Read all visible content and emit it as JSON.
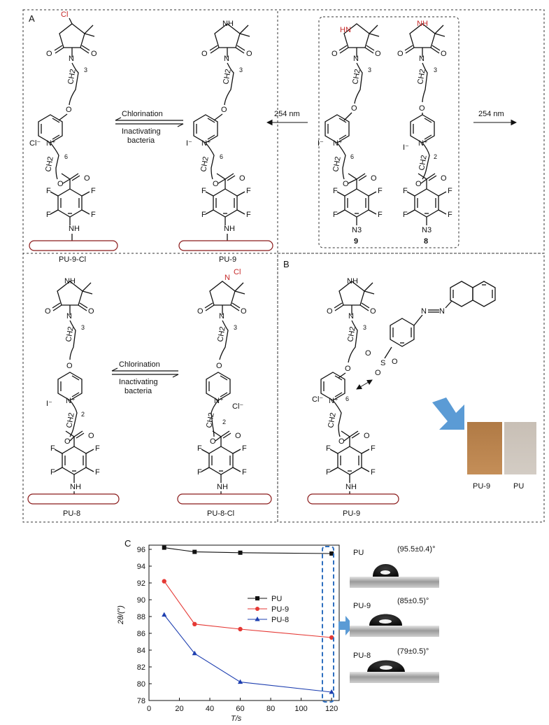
{
  "panels": {
    "a": "A",
    "b": "B",
    "c": "C"
  },
  "labels": {
    "chlorination": "Chlorination",
    "inactivating": "Inactivating",
    "bacteria": "bacteria",
    "uv": "254 nm",
    "pu9cl": "PU-9-Cl",
    "pu9": "PU-9",
    "pu8": "PU-8",
    "pu8cl": "PU-8-Cl",
    "cmp9": "9",
    "cmp8": "8",
    "pu": "PU"
  },
  "atoms": {
    "cl": "Cl",
    "hn": "HN",
    "nh": "NH",
    "n": "N",
    "o": "O",
    "f": "F",
    "n3": "N3",
    "cl_ion": "Cl⁻",
    "i_ion": "I⁻",
    "s": "S",
    "n_plus": "N⁺",
    "three": "3",
    "six": "6",
    "two": "2",
    "ch2": "CH2"
  },
  "contact_angles": [
    {
      "sample": "PU",
      "value": "(95.5±0.4)°"
    },
    {
      "sample": "PU-9",
      "value": "(85±0.5)°"
    },
    {
      "sample": "PU-8",
      "value": "(79±0.5)°"
    }
  ],
  "chart_data": {
    "type": "line",
    "xlabel": "T/s",
    "ylabel": "2θ/(°)",
    "x": [
      10,
      30,
      60,
      120
    ],
    "xlim": [
      0,
      125
    ],
    "ylim": [
      78,
      96.5
    ],
    "xticks": [
      0,
      20,
      40,
      60,
      80,
      100,
      120
    ],
    "yticks": [
      78,
      80,
      82,
      84,
      86,
      88,
      90,
      92,
      94,
      96
    ],
    "legend_position": "center",
    "series": [
      {
        "name": "PU",
        "color": "#111111",
        "marker": "square",
        "values": [
          96.2,
          95.7,
          95.6,
          95.5
        ]
      },
      {
        "name": "PU-9",
        "color": "#e53935",
        "marker": "circle",
        "values": [
          92.2,
          87.1,
          86.5,
          85.5
        ]
      },
      {
        "name": "PU-8",
        "color": "#1e3fb0",
        "marker": "triangle",
        "values": [
          88.2,
          83.6,
          80.2,
          79.0
        ]
      }
    ]
  }
}
